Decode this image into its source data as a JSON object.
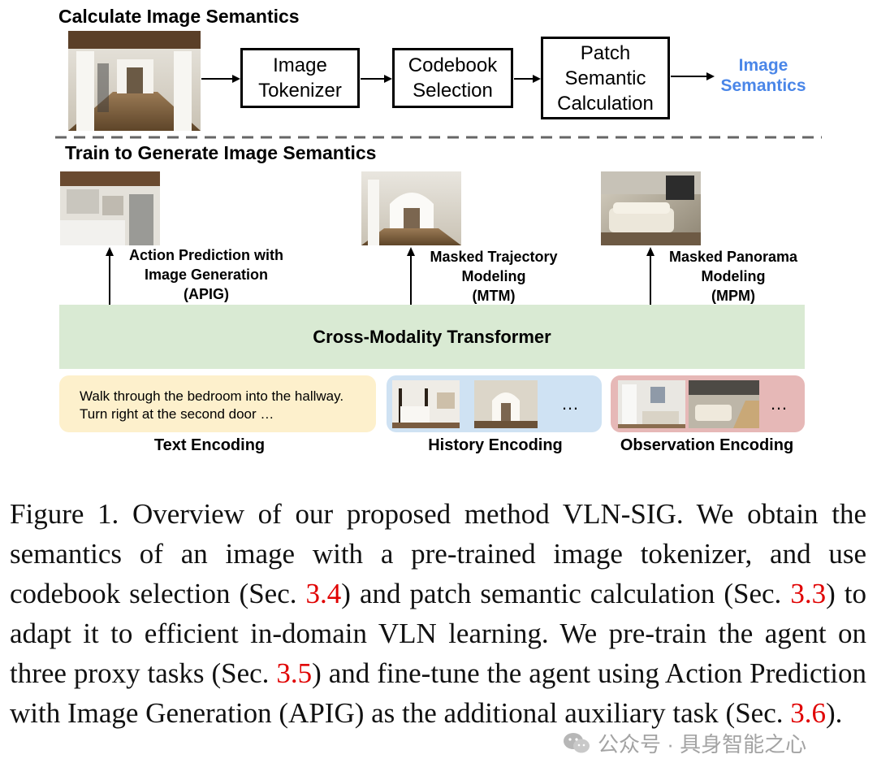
{
  "top_section": {
    "title": "Calculate Image Semantics",
    "boxes": [
      "Image\nTokenizer",
      "Codebook\nSelection",
      "Patch\nSemantic\nCalculation"
    ],
    "output_label": "Image\nSemantics"
  },
  "train_section": {
    "title": "Train to Generate Image Semantics",
    "tasks": [
      {
        "label": "Action Prediction with\nImage Generation\n(APIG)"
      },
      {
        "label": "Masked Trajectory\nModeling\n(MTM)"
      },
      {
        "label": "Masked Panorama\nModeling\n(MPM)"
      }
    ],
    "transformer_label": "Cross-Modality Transformer",
    "encodings": {
      "text_sample": "Walk through the bedroom into the hallway.\nTurn right at the second door …",
      "text_label": "Text Encoding",
      "history_label": "History Encoding",
      "observation_label": "Observation Encoding",
      "ellipsis": "…"
    }
  },
  "caption": {
    "prefix": "Figure 1. Overview of our proposed method VLN-SIG. We obtain the semantics of an image with a pre-trained image tokenizer, and use codebook selection (Sec. ",
    "ref1": "3.4",
    "mid1": ") and patch semantic calculation (Sec. ",
    "ref2": "3.3",
    "mid2": ") to adapt it to efficient in-domain VLN learning. We pre-train the agent on three proxy tasks (Sec. ",
    "ref3": "3.5",
    "mid3": ") and fine-tune the agent using Action Prediction with Image Generation (APIG) as the additional auxiliary task (Sec. ",
    "ref4": "3.6",
    "suffix": ")."
  },
  "watermark": "公众号 · 具身智能之心",
  "colors": {
    "accent_blue": "#4a86e8",
    "transformer_green": "#d9ead3",
    "text_enc_yellow": "#fdf0cc",
    "history_enc_blue": "#cfe2f3",
    "observation_enc_red": "#e6b8b7",
    "ref_red": "#e00000"
  }
}
